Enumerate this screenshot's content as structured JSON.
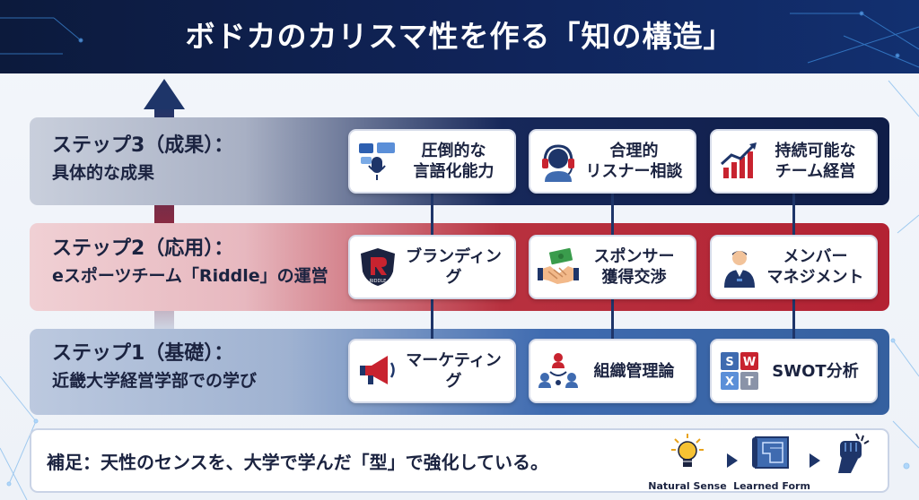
{
  "title": "ボドカのカリスマ性を作る「知の構造」",
  "steps": [
    {
      "label_line1": "ステップ3（成果）：",
      "label_line2": "具体的な成果",
      "cards": [
        {
          "icon": "speech-mic-icon",
          "text1": "圧倒的な",
          "text2": "言語化能力"
        },
        {
          "icon": "headset-icon",
          "text1": "合理的",
          "text2": "リスナー相談"
        },
        {
          "icon": "growth-chart-icon",
          "text1": "持続可能な",
          "text2": "チーム経営"
        }
      ]
    },
    {
      "label_line1": "ステップ2（応用）：",
      "label_line2": "eスポーツチーム「Riddle」の運営",
      "cards": [
        {
          "icon": "riddle-shield-icon",
          "icon_text": "RIDDLE",
          "text1": "ブランディング",
          "text2": ""
        },
        {
          "icon": "handshake-money-icon",
          "text1": "スポンサー",
          "text2": "獲得交渉"
        },
        {
          "icon": "member-person-icon",
          "text1": "メンバー",
          "text2": "マネジメント"
        }
      ]
    },
    {
      "label_line1": "ステップ1（基礎）：",
      "label_line2": "近畿大学経営学部での学び",
      "cards": [
        {
          "icon": "megaphone-icon",
          "text1": "マーケティング",
          "text2": ""
        },
        {
          "icon": "org-network-icon",
          "text1": "組織管理論",
          "text2": ""
        },
        {
          "icon": "swot-grid-icon",
          "icon_letters": [
            "S",
            "W",
            "X",
            "T"
          ],
          "text1": "SWOT分析",
          "text2": ""
        }
      ]
    }
  ],
  "footer": {
    "text": "補足：天性のセンスを、大学で学んだ「型」で強化している。",
    "flow": [
      {
        "icon": "lightbulb-icon",
        "label": "Natural Sense"
      },
      {
        "icon": "blueprint-icon",
        "label": "Learned Form"
      },
      {
        "icon": "fist-icon",
        "label": ""
      }
    ]
  },
  "colors": {
    "navy": "#0f1d48",
    "crimson": "#b32233",
    "blue": "#3f6bb0",
    "accent_orange": "#e8731c"
  }
}
